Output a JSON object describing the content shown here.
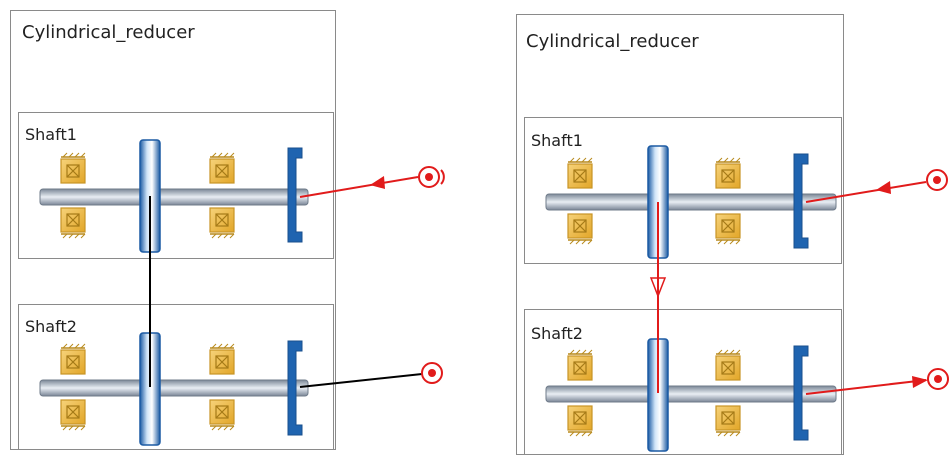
{
  "left": {
    "title": "Cylindrical_reducer",
    "shaft1": "Shaft1",
    "shaft2": "Shaft2"
  },
  "right": {
    "title": "Cylindrical_reducer",
    "shaft1": "Shaft1",
    "shaft2": "Shaft2"
  },
  "colors": {
    "shaft": "#7a8696",
    "gear": "#1f64b0",
    "bearing": "#e8b23a",
    "active_flow": "#e11b1b",
    "inactive_flow": "#000000"
  }
}
